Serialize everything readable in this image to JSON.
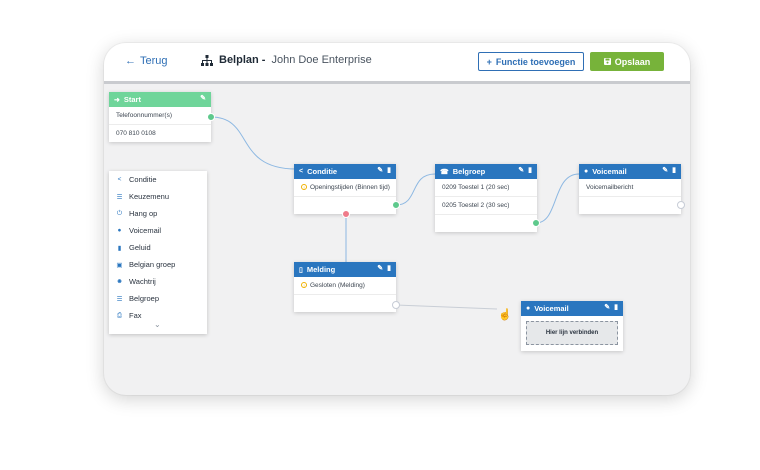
{
  "header": {
    "back_label": "Terug",
    "title_bold": "Belplan -",
    "title_rest": "John Doe Enterprise",
    "add_function_label": "Functie toevoegen",
    "save_label": "Opslaan"
  },
  "colors": {
    "primary": "#2a76bf",
    "start_green": "#6fd59a",
    "save_green": "#77b33a",
    "port_red": "#ef7b8a"
  },
  "nodes": {
    "start": {
      "title": "Start",
      "rows": [
        "Telefoonnummer(s)",
        "070 810 0108"
      ]
    },
    "conditie": {
      "title": "Conditie",
      "rows": [
        "Openingstijden (Binnen tijd)"
      ]
    },
    "belgroep": {
      "title": "Belgroep",
      "rows": [
        "0209 Toestel 1 (20 sec)",
        "0205 Toestel 2 (30 sec)"
      ]
    },
    "voicemail1": {
      "title": "Voicemail",
      "rows": [
        "Voicemailbericht"
      ]
    },
    "melding": {
      "title": "Melding",
      "rows": [
        "Gesloten (Melding)"
      ]
    },
    "voicemail2": {
      "title": "Voicemail",
      "drop_label": "Hier lijn verbinden"
    }
  },
  "palette": {
    "items": [
      {
        "label": "Conditie",
        "icon": "share-icon"
      },
      {
        "label": "Keuzemenu",
        "icon": "list-icon"
      },
      {
        "label": "Hang op",
        "icon": "power-icon"
      },
      {
        "label": "Voicemail",
        "icon": "microphone-icon"
      },
      {
        "label": "Geluid",
        "icon": "file-audio-icon"
      },
      {
        "label": "Belgian groep",
        "icon": "image-icon"
      },
      {
        "label": "Wachtrij",
        "icon": "users-icon"
      },
      {
        "label": "Belgroep",
        "icon": "list-icon"
      },
      {
        "label": "Fax",
        "icon": "fax-icon"
      }
    ]
  }
}
